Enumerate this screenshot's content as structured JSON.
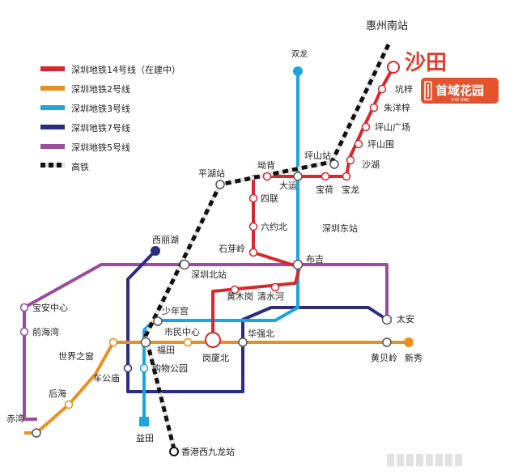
{
  "colors": {
    "line14": "#d7282f",
    "line2": "#e8901f",
    "line3": "#1ea5dc",
    "line7": "#2b2d7e",
    "line5": "#9b4c9a",
    "rail_dark": "#111111",
    "rail_light": "#dddddd",
    "brand": "#e4532c",
    "highlight_text": "#e23c2a"
  },
  "legend": [
    {
      "label": "深圳地铁14号线（在建中）",
      "color": "#d7282f",
      "style": "solid"
    },
    {
      "label": "深圳地铁2号线",
      "color": "#e8901f",
      "style": "solid"
    },
    {
      "label": "深圳地铁3号线",
      "color": "#1ea5dc",
      "style": "solid"
    },
    {
      "label": "深圳地铁7号线",
      "color": "#2b2d7e",
      "style": "solid"
    },
    {
      "label": "深圳地铁5号线",
      "color": "#9b4c9a",
      "style": "solid"
    },
    {
      "label": "高铁",
      "color": "#111111",
      "style": "dashed"
    }
  ],
  "highlight": {
    "title": "沙田"
  },
  "brand": {
    "name": "首域花园",
    "sub": "THE ONE",
    "icon": "building-logo-icon"
  },
  "stations": {
    "huizhou_nan": "惠州南站",
    "shuanglong": "双龙",
    "kengzi": "坑梓",
    "zhuyangzi": "朱洋梓",
    "pingshan_guangchang": "坪山广场",
    "pingshan_wei": "坪山围",
    "pingshan_zhan": "坪山站",
    "shahu": "沙湖",
    "baolong": "宝龙",
    "baohe": "宝荷",
    "dayun": "大运",
    "aobei": "坳背",
    "pinghu": "平湖站",
    "silian": "四联",
    "liuyuebei": "六约北",
    "shenzhen_dong": "深圳东站",
    "shiyaling": "石芽岭",
    "buji": "布吉",
    "xilihu": "西丽湖",
    "shenzhen_bei": "深圳北站",
    "huangmugang": "黄木岗",
    "qingshuihe": "清水河",
    "baoan_zhongxin": "宝安中心",
    "shaoniangong": "少年宫",
    "taian": "太安",
    "qianhaiwan": "前海湾",
    "shimin_zhongxin": "市民中心",
    "huaqiangbei": "华强北",
    "futian": "福田",
    "gangxiabei": "岗厦北",
    "huangbeiling": "黄贝岭",
    "xinxiu": "新秀",
    "shijiezhichuang": "世界之窗",
    "gouwu_gongyuan": "购物公园",
    "chegongmiao": "车公庙",
    "houhai": "后海",
    "chiwan": "赤湾",
    "yitian": "益田",
    "xianggang_xijiulong": "香港西九龙站"
  },
  "watermark": "▉▉▉▉▉▉▉▉"
}
